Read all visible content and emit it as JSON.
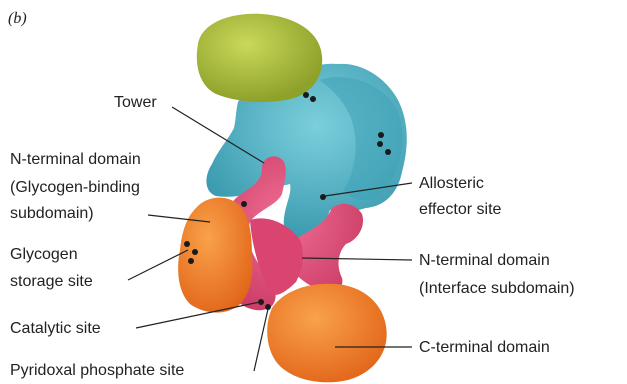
{
  "panel_label": "(b)",
  "colors": {
    "green": "#a8bd36",
    "blue": "#4fb2c4",
    "pink": "#e2507a",
    "orange": "#f07f24",
    "dot": "#1a1a1a",
    "leader": "#222222"
  },
  "labels": {
    "tower": "Tower",
    "n_terminal_glycogen": [
      "N-terminal domain",
      "(Glycogen-binding",
      "subdomain)"
    ],
    "glycogen_storage": [
      "Glycogen",
      "storage site"
    ],
    "catalytic": "Catalytic site",
    "pyridoxal": "Pyridoxal phosphate site",
    "allosteric": [
      "Allosteric",
      "effector site"
    ],
    "n_terminal_interface": [
      "N-terminal domain",
      "(Interface subdomain)"
    ],
    "c_terminal": "C-terminal domain"
  }
}
